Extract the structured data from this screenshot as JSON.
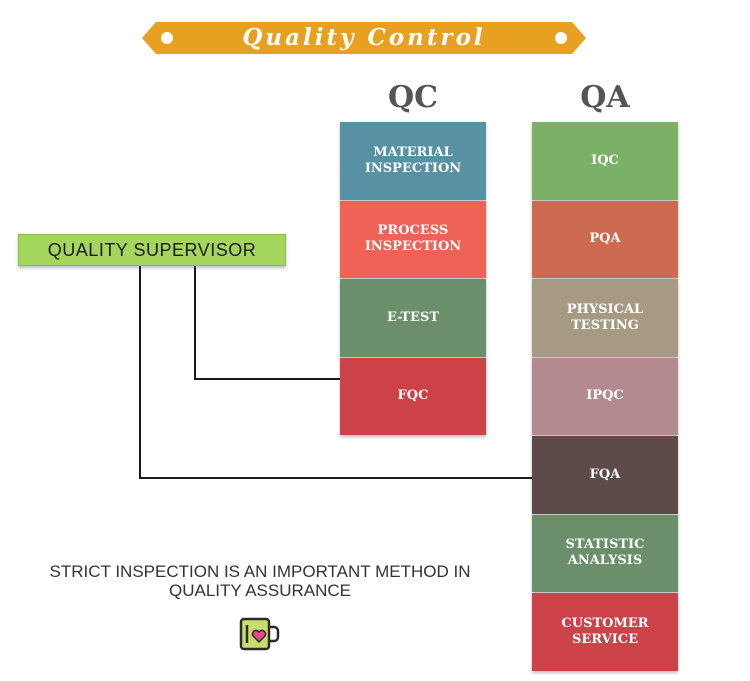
{
  "banner": {
    "title": "Quality Control",
    "color": "#e8a020"
  },
  "supervisor": {
    "label": "QUALITY SUPERVISOR"
  },
  "qc": {
    "heading": "QC",
    "items": [
      {
        "label": "MATERIAL\nINSPECTION",
        "color": "#5891a3"
      },
      {
        "label": "PROCESS\nINSPECTION",
        "color": "#ef6255"
      },
      {
        "label": "E-TEST",
        "color": "#6a8f6a"
      },
      {
        "label": "FQC",
        "color": "#cd4249"
      }
    ]
  },
  "qa": {
    "heading": "QA",
    "items": [
      {
        "label": "IQC",
        "color": "#7bb067"
      },
      {
        "label": "PQA",
        "color": "#cc6a52"
      },
      {
        "label": "PHYSICAL\nTESTING",
        "color": "#a79a82"
      },
      {
        "label": "IPQC",
        "color": "#b38a8d"
      },
      {
        "label": "FQA",
        "color": "#5e4a49"
      },
      {
        "label": "STATISTIC\nANALYSIS",
        "color": "#6a8f6a"
      },
      {
        "label": "CUSTOMER\nSERVICE",
        "color": "#cd4249"
      }
    ]
  },
  "caption": "STRICT INSPECTION IS AN IMPORTANT METHOD IN\nQUALITY ASSURANCE",
  "logo": {
    "icon": "coffee-cup-heart-icon",
    "color": "#c6df6a"
  }
}
